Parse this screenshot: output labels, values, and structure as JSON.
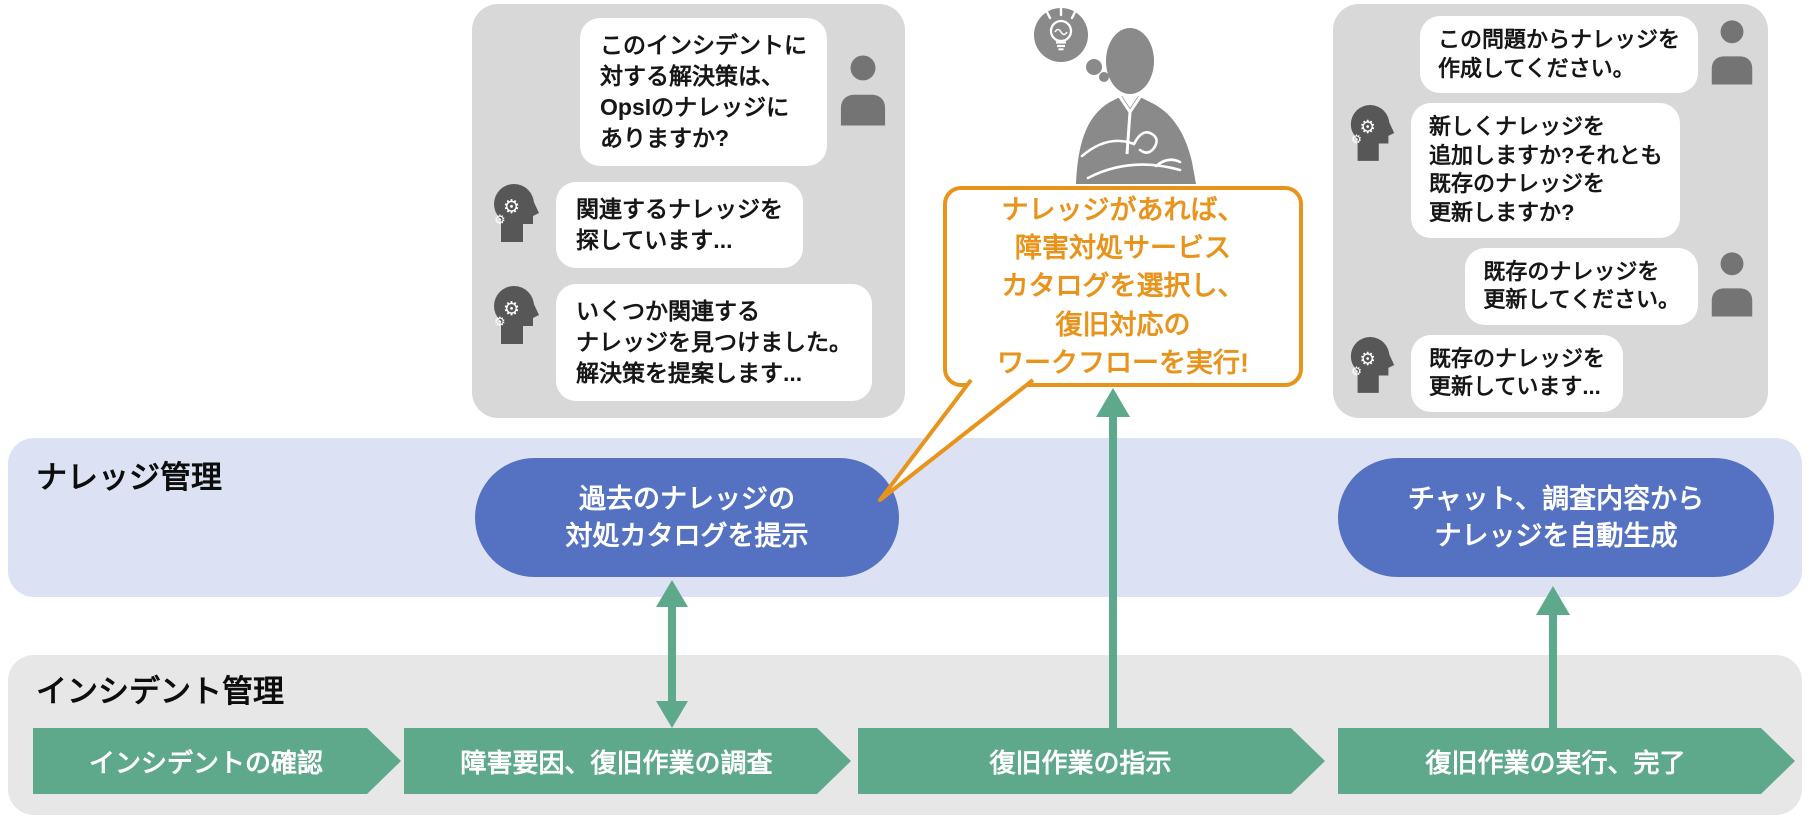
{
  "left_chat": {
    "messages": [
      {
        "role": "user",
        "text": "このインシデントに\n対する解決策は、\nOpsIのナレッジに\nありますか?"
      },
      {
        "role": "assistant",
        "text": "関連するナレッジを\n探しています..."
      },
      {
        "role": "assistant",
        "text": "いくつか関連する\nナレッジを見つけました。\n解決策を提案します..."
      }
    ]
  },
  "right_chat": {
    "messages": [
      {
        "role": "user",
        "text": "この問題からナレッジを\n作成してください。"
      },
      {
        "role": "assistant",
        "text": "新しくナレッジを\n追加しますか?それとも\n既存のナレッジを\n更新しますか?"
      },
      {
        "role": "user",
        "text": "既存のナレッジを\n更新してください。"
      },
      {
        "role": "assistant",
        "text": "既存のナレッジを\n更新しています..."
      }
    ]
  },
  "callout": {
    "text": "ナレッジがあれば、\n障害対処サービス\nカタログを選択し、\n復旧対応の\nワークフローを実行!"
  },
  "knowledge_band": {
    "title": "ナレッジ管理",
    "pills": [
      "過去のナレッジの\n対処カタログを提示",
      "チャット、調査内容から\nナレッジを自動生成"
    ]
  },
  "incident_band": {
    "title": "インシデント管理",
    "steps": [
      "インシデントの確認",
      "障害要因、復旧作業の調査",
      "復旧作業の指示",
      "復旧作業の実行、完了"
    ]
  },
  "icons": {
    "user": "user-icon",
    "assistant": "brain-gears-icon",
    "thinking": "lightbulb-thought-icon"
  },
  "colors": {
    "chat_panel_bg": "#d8d8d8",
    "bubble_bg": "#ffffff",
    "user_icon_gray": "#747474",
    "ai_icon_gray": "#575757",
    "figure_gray": "#8a8a8a",
    "callout_orange": "#e8941c",
    "knowledge_band_bg": "#dce2f3",
    "pill_blue": "#5571c1",
    "incident_band_bg": "#e7e7e7",
    "green": "#5ea98b"
  }
}
